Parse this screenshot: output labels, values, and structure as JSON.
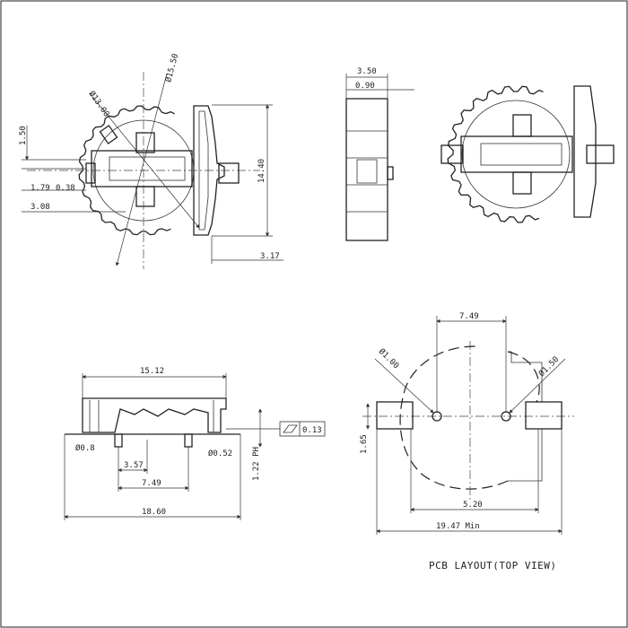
{
  "views": {
    "top": {
      "dims": {
        "d_outer": "Ø15.50",
        "d_inner": "Ø13.00",
        "a": "1.50",
        "b": "1.79",
        "c": "0.38",
        "d": "3.08",
        "height": "14.40",
        "tab": "3.17"
      }
    },
    "side": {
      "dims": {
        "width": "3.50",
        "inner": "0.90"
      }
    },
    "front": {
      "dims": {
        "top_width": "15.12",
        "flatness": "0.13",
        "pin_dia_left": "Ø0.8",
        "pin_dia_right": "Ø0.52",
        "pitch_a": "3.57",
        "pitch_b": "7.49",
        "base_width": "18.60",
        "pcb_label": "1.22 PH"
      }
    },
    "pcb": {
      "dims": {
        "pin_spacing": "7.49",
        "circle_left": "Ø1.00",
        "circle_right": "Ø1.50",
        "pad_height": "1.65",
        "inner_width": "5.20",
        "overall_width": "19.47 Min"
      },
      "caption": "PCB LAYOUT(TOP VIEW)"
    }
  }
}
